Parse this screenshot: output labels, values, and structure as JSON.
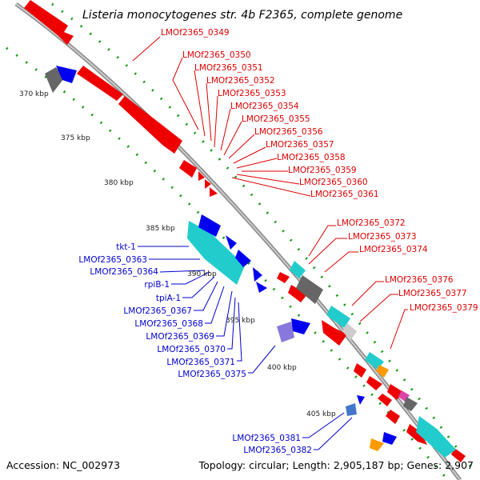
{
  "title": "Listeria monocytogenes str. 4b F2365, complete genome",
  "footer": {
    "accession": "Accession: NC_002973",
    "summary": "Topology: circular; Length: 2,905,187 bp; Genes: 2,907"
  },
  "ticks": [
    "370 kbp",
    "375 kbp",
    "380 kbp",
    "385 kbp",
    "390 kbp",
    "395 kbp",
    "400 kbp",
    "405 kbp"
  ],
  "labels_forward": [
    "LMOf2365_0349",
    "LMOf2365_0350",
    "LMOf2365_0351",
    "LMOf2365_0352",
    "LMOf2365_0353",
    "LMOf2365_0354",
    "LMOf2365_0355",
    "LMOf2365_0356",
    "LMOf2365_0357",
    "LMOf2365_0358",
    "LMOf2365_0359",
    "LMOf2365_0360",
    "LMOf2365_0361",
    "LMOf2365_0372",
    "LMOf2365_0373",
    "LMOf2365_0374",
    "LMOf2365_0376",
    "LMOf2365_0377",
    "LMOf2365_0379"
  ],
  "labels_reverse": [
    "tkt-1",
    "LMOf2365_0363",
    "LMOf2365_0364",
    "rpiB-1",
    "tpiA-1",
    "LMOf2365_0367",
    "LMOf2365_0368",
    "LMOf2365_0369",
    "LMOf2365_0370",
    "LMOf2365_0371",
    "LMOf2365_0375",
    "LMOf2365_0381",
    "LMOf2365_0382"
  ],
  "colors": {
    "forward_label": "#dd0000",
    "reverse_label": "#0000cc",
    "cds": "#ff0000",
    "cds_reverse": "#0000ee",
    "backbone": "#999999",
    "gc_skew": "#119911",
    "feature_cyan": "#22cccc",
    "feature_gray": "#777777",
    "feature_orange": "#ff9900",
    "feature_purple": "#8877dd"
  }
}
